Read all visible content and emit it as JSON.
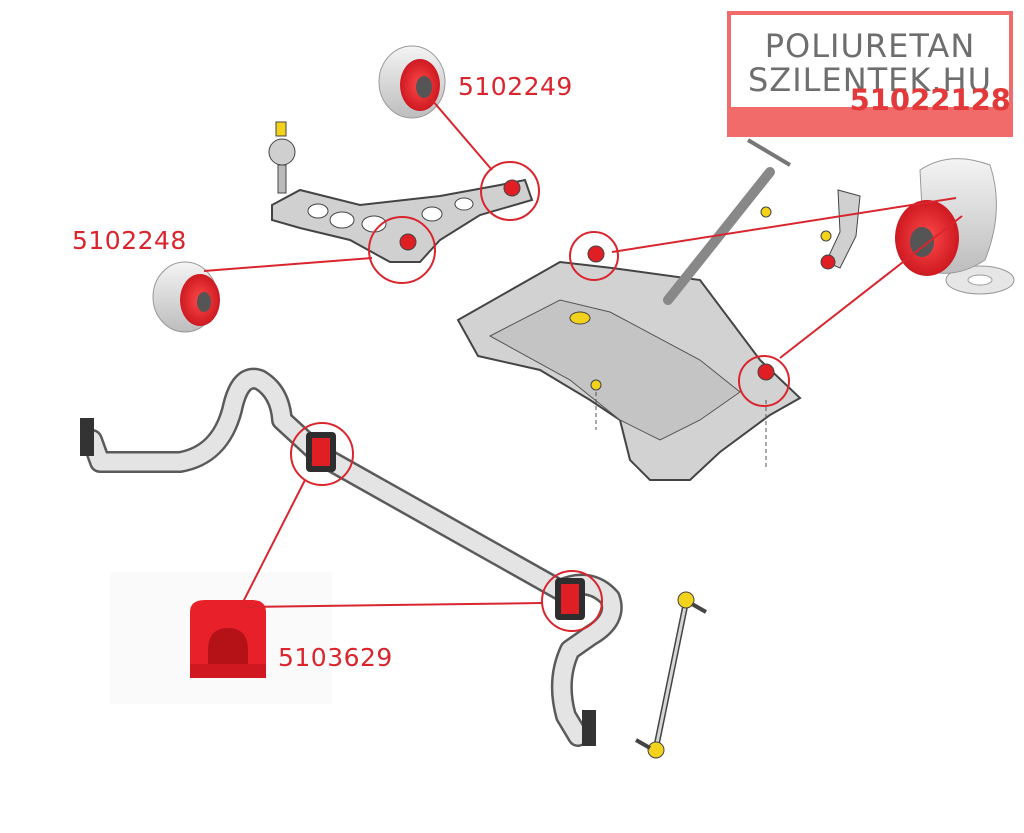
{
  "brand": {
    "line1": "POLIURETAN",
    "line2": "SZILENTEK.HU",
    "code": "51022128"
  },
  "labels": {
    "upper_bushing": "5102249",
    "lower_bushing": "5102248",
    "stabilizer_bushing": "5103629"
  },
  "colors": {
    "accent_red": "#d9262e",
    "part_gray": "#cfcfcf",
    "outline": "#444444",
    "bolt_yellow": "#f2d21b"
  }
}
